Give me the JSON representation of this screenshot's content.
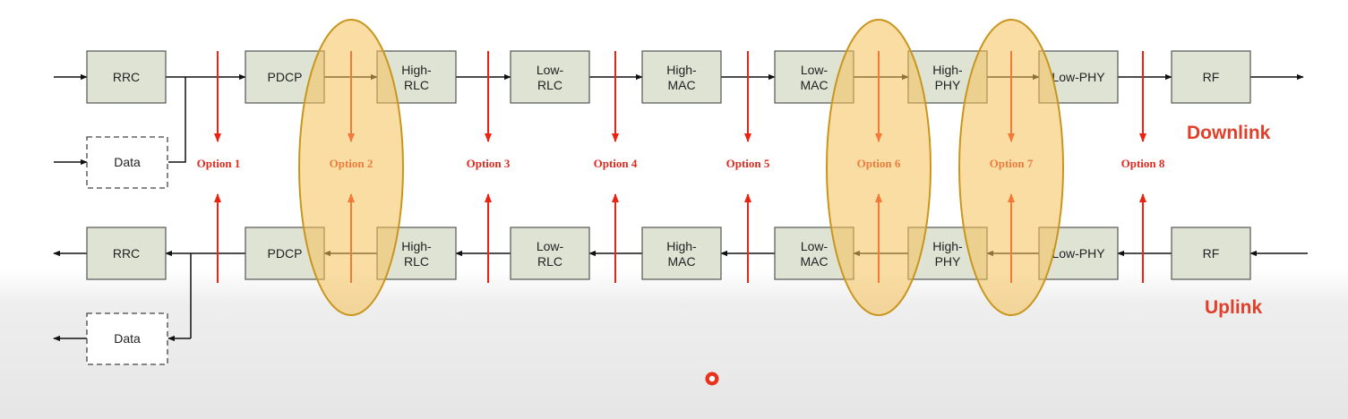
{
  "diagram": {
    "downlink_blocks": [
      {
        "lines": [
          "RRC"
        ]
      },
      {
        "lines": [
          "PDCP"
        ]
      },
      {
        "lines": [
          "High-",
          "RLC"
        ]
      },
      {
        "lines": [
          "Low-",
          "RLC"
        ]
      },
      {
        "lines": [
          "High-",
          "MAC"
        ]
      },
      {
        "lines": [
          "Low-",
          "MAC"
        ]
      },
      {
        "lines": [
          "High-",
          "PHY"
        ]
      },
      {
        "lines": [
          "Low-PHY"
        ]
      },
      {
        "lines": [
          "RF"
        ]
      }
    ],
    "uplink_blocks": [
      {
        "lines": [
          "RRC"
        ]
      },
      {
        "lines": [
          "PDCP"
        ]
      },
      {
        "lines": [
          "High-",
          "RLC"
        ]
      },
      {
        "lines": [
          "Low-",
          "RLC"
        ]
      },
      {
        "lines": [
          "High-",
          "MAC"
        ]
      },
      {
        "lines": [
          "Low-",
          "MAC"
        ]
      },
      {
        "lines": [
          "High-",
          "PHY"
        ]
      },
      {
        "lines": [
          "Low-PHY"
        ]
      },
      {
        "lines": [
          "RF"
        ]
      }
    ],
    "data_block_label": "Data",
    "options": [
      "Option 1",
      "Option 2",
      "Option 3",
      "Option 4",
      "Option 5",
      "Option 6",
      "Option 7",
      "Option 8"
    ],
    "highlighted_options": [
      "Option 2",
      "Option 6",
      "Option 7"
    ],
    "downlink_label": "Downlink",
    "uplink_label": "Uplink",
    "colors": {
      "block_fill": "#dfe3d4",
      "block_stroke": "#555555",
      "arrow_red": "#ee2211",
      "highlight_fill": "#f5c158",
      "highlight_stroke": "#c8961e",
      "direction_label": "#e0402a"
    }
  }
}
